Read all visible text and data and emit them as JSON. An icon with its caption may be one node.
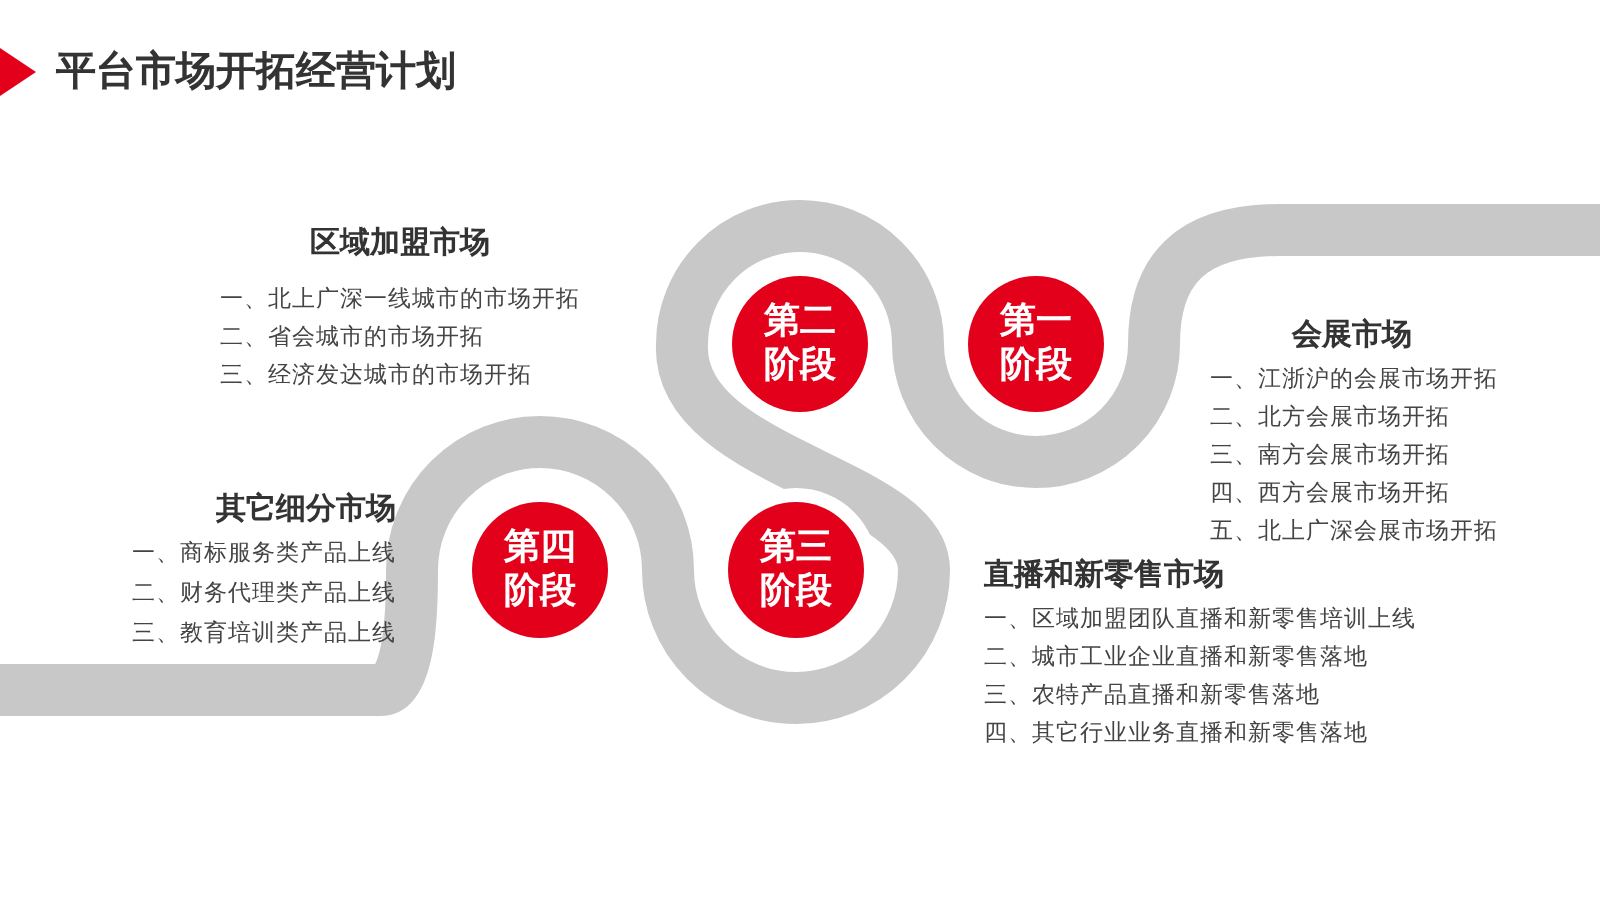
{
  "diagram": {
    "title": "平台市场开拓经营计划",
    "nodes": [
      {
        "text": [
          "第二阶段"
        ]
      },
      {
        "text": [
          "第一阶段"
        ]
      },
      {
        "text": [
          "第四阶段"
        ]
      },
      {
        "text": [
          "第三阶段"
        ]
      }
    ],
    "labels": [
      "区域加盟市场",
      "一、北上广深一线城市的市场开拓",
      "二、省会城市的市场开拓",
      "三、经济发达城市的市场开拓",
      "会展市场",
      "一、江浙沪的会展市场开拓",
      "二、北方会展市场开拓",
      "三、南方会展市场开拓",
      "四、西方会展市场开拓",
      "五、北上广深会展市场开拓",
      "其它细分市场",
      "一、商标服务类产品上线",
      "二、财务代理类产品上线",
      "三、教育培训类产品上线",
      "直播和新零售市场",
      "一、区域加盟团队直播和新零售培训上线",
      "二、城市工业企业直播和新零售落地",
      "三、农特产品直播和新零售落地",
      "四、其它行业业务直播和新零售落地"
    ]
  }
}
